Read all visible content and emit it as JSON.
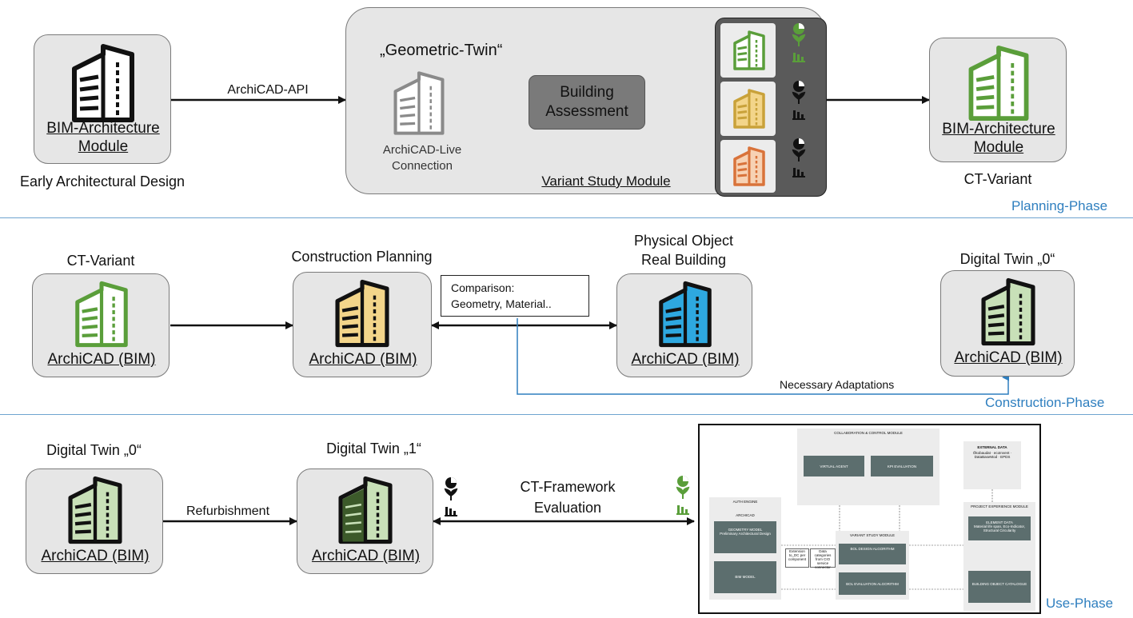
{
  "colors": {
    "green": "#5a9e3a",
    "yellow": "#f3d58a",
    "orange": "#d9733a",
    "blue": "#2ea8e0",
    "light_green": "#c8e0b8",
    "dark_green": "#3c5a2a",
    "phase_blue": "#2f7fbf"
  },
  "planning": {
    "arch_module_label": "BIM-Architecture Module",
    "early_design": "Early Architectural Design",
    "archicad_api": "ArchiCAD-API",
    "geometric_twin": "„Geometric-Twin“",
    "live_connection": "ArchiCAD-Live Connection",
    "building_assessment": "Building Assessment",
    "variant_study": "Variant Study Module",
    "result_module_label": "BIM-Architecture Module",
    "ct_variant": "CT-Variant",
    "phase_label": "Planning-Phase"
  },
  "construction": {
    "ct_variant": "CT-Variant",
    "construction_planning": "Construction Planning",
    "physical_object": "Physical Object",
    "real_building": "Real Building",
    "digital_twin0": "Digital Twin „0“",
    "archicad_bim": "ArchiCAD (BIM)",
    "comparison": "Comparison:",
    "comparison_detail": "Geometry,  Material..",
    "adaptations": "Necessary Adaptations",
    "phase_label": "Construction-Phase"
  },
  "use": {
    "digital_twin0": "Digital Twin „0“",
    "digital_twin1": "Digital Twin „1“",
    "refurbishment": "Refurbishment",
    "ct_framework": "CT-Framework",
    "evaluation": "Evaluation",
    "archicad_bim": "ArchiCAD (BIM)",
    "phase_label": "Use-Phase",
    "framework_texts": {
      "top_module": "COLLABORATION & CONTROL MODULE",
      "virtual_agent": "VIRTUAL AGENT",
      "kpi_evaluation": "KPI EVALUATION",
      "external_data": "EXTERNAL DATA",
      "external_sub": "Ökobaudat · ecoInvent · DataBaseMod · EPDS",
      "auth_engine": "AUTH ENGINE",
      "archicad": "ARCHICAD",
      "geometry_model": "GEOMETRY MODEL",
      "geometry_sub": "Preliminary Architectural Design",
      "bim_model": "BIM MODEL",
      "variant_study": "VARIANT STUDY MODULE",
      "design_algorithm": "BOL DESIGN ALGORITHM",
      "evaluation_algorithm": "BOL EVALUATION ALGORITHM",
      "project_module": "PROJECT EXPERIENCE MODULE",
      "element_data": "ELEMENT DATA",
      "element_sub": "Material life span, Eco-Indicator, Structural Circularity",
      "building_object": "BUILDING OBJECT CATALOGUE",
      "note_left": "Extension to_DC per component",
      "note_right": "Data categories from CIO service connector"
    }
  }
}
